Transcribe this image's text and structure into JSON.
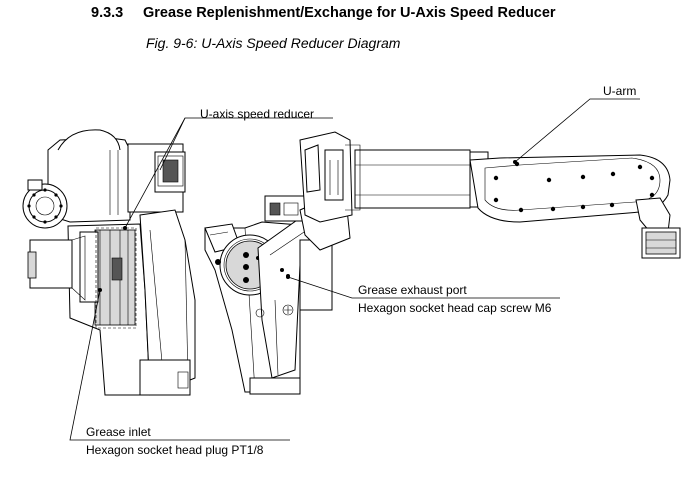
{
  "section": {
    "number": "9.3.3",
    "title": "Grease Replenishment/Exchange for U-Axis Speed Reducer"
  },
  "figure": {
    "caption": "Fig. 9-6: U-Axis Speed Reducer Diagram"
  },
  "callouts": {
    "u_axis_speed_reducer": "U-axis speed reducer",
    "u_arm": "U-arm",
    "grease_exhaust_port": "Grease exhaust port",
    "grease_exhaust_port_detail": "Hexagon socket head cap screw M6",
    "grease_inlet": "Grease inlet",
    "grease_inlet_detail": "Hexagon socket head plug PT1/8"
  }
}
